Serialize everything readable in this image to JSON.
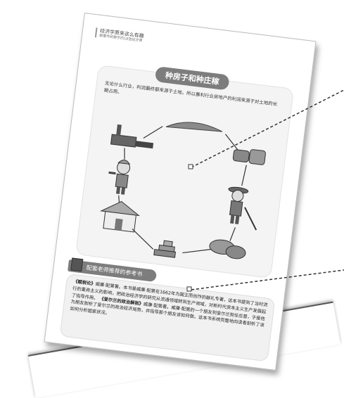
{
  "running_head": {
    "title": "经济学原来这么有趣",
    "subtitle": "颠覆传统教学的18堂经济课"
  },
  "illustration": {
    "title": "种房子和种庄稼",
    "intro": "无论什么行业，利润最终都来源于土地，所以暴利行业房地产的利润来源于对土地的长期占用。"
  },
  "references": {
    "heading": "配套老师推荐的参考书",
    "book1_title": "《赋税论》",
    "book1_text": "威廉·配第著。本书是威廉·配第在1662年为国王而创作的献礼专著，这本书提到了当时流行的重商主义的影响，把政治经济学的研究从流通领域转到生产领域，对新时代资本主义生产发展起了指导作用。",
    "book2_title": "《爱尔兰的政治解剖》",
    "book2_text": "威廉·配第著。威廉·配第的一个朋友到爱尔兰担任总督，于是他为朋友剖析了爱尔兰的政治经济局势，并指导那个朋友该如何做。这本书系统完整地向读者剖析了该如何分析国家状况。"
  },
  "colors": {
    "pill": "#7d7d7d",
    "panel": "#f4f4f4",
    "ink": "#333333"
  }
}
